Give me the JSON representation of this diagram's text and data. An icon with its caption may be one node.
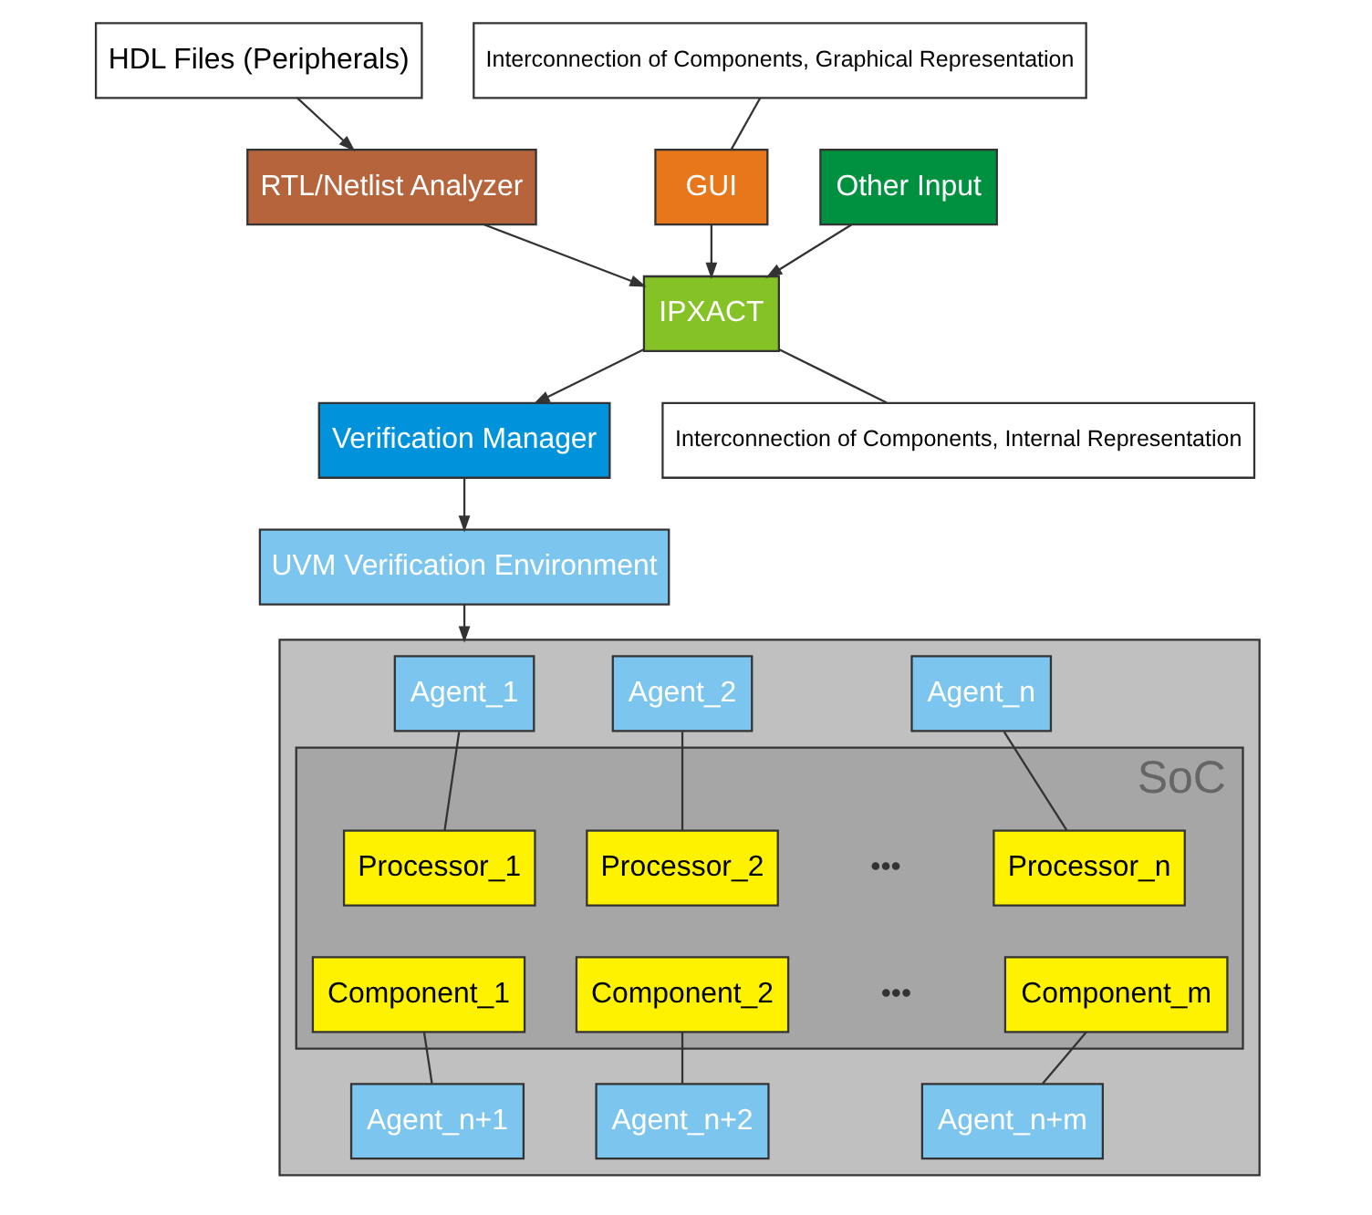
{
  "diagram": {
    "nodes": [
      {
        "text": [
          "HDL Files (Peripherals)"
        ]
      },
      {
        "text": [
          "Interconnection of Components, Graphical Representation"
        ]
      },
      {
        "text": [
          "RTL/Netlist Analyzer"
        ]
      },
      {
        "text": [
          "GUI"
        ]
      },
      {
        "text": [
          "Other Input"
        ]
      },
      {
        "text": [
          "IPXACT"
        ]
      },
      {
        "text": [
          "Interconnection of Components, Internal Representation"
        ]
      },
      {
        "text": [
          "Verification Manager"
        ]
      },
      {
        "text": [
          "UVM Verification Environment"
        ]
      },
      {
        "text": [],
        "shape": "box"
      },
      {
        "text": [
          "Agent_1"
        ],
        "in": 9
      },
      {
        "text": [
          "Agent_2"
        ],
        "in": 9
      },
      {
        "text": [
          "Agent_n"
        ],
        "in": 9
      },
      {
        "text": [
          "SoC"
        ],
        "in": 9
      },
      {
        "text": [
          "Processor_1"
        ],
        "in": 13
      },
      {
        "text": [
          "Processor_2"
        ],
        "in": 13
      },
      {
        "text": [
          "Processor_n"
        ],
        "in": 13
      },
      {
        "text": [
          "Component_1"
        ],
        "in": 13
      },
      {
        "text": [
          "Component_2"
        ],
        "in": 13
      },
      {
        "text": [
          "Component_m"
        ],
        "in": 13
      },
      {
        "text": [
          "Agent_n+1"
        ],
        "in": 9
      },
      {
        "text": [
          "Agent_n+2"
        ],
        "in": 9
      },
      {
        "text": [
          "Agent_n+m"
        ],
        "in": 9
      }
    ],
    "edges": [
      {
        "from": 0,
        "to": 2,
        "arrow": "to"
      },
      {
        "from": 1,
        "to": 3,
        "arrow": "none"
      },
      {
        "from": 2,
        "to": 5,
        "arrow": "to"
      },
      {
        "from": 3,
        "to": 5,
        "arrow": "to"
      },
      {
        "from": 4,
        "to": 5,
        "arrow": "to"
      },
      {
        "from": 6,
        "to": 5,
        "arrow": "none"
      },
      {
        "from": 5,
        "to": 7,
        "arrow": "to"
      },
      {
        "from": 7,
        "to": 8,
        "arrow": "to"
      },
      {
        "from": 8,
        "to": 9,
        "arrow": "to"
      },
      {
        "from": 10,
        "to": 14,
        "arrow": "none"
      },
      {
        "from": 11,
        "to": 15,
        "arrow": "none"
      },
      {
        "from": 12,
        "to": 16,
        "arrow": "none"
      },
      {
        "from": 17,
        "to": 20,
        "arrow": "none"
      },
      {
        "from": 18,
        "to": 21,
        "arrow": "none"
      },
      {
        "from": 19,
        "to": 22,
        "arrow": "none"
      }
    ],
    "labels": [
      "•••",
      "•••"
    ]
  }
}
